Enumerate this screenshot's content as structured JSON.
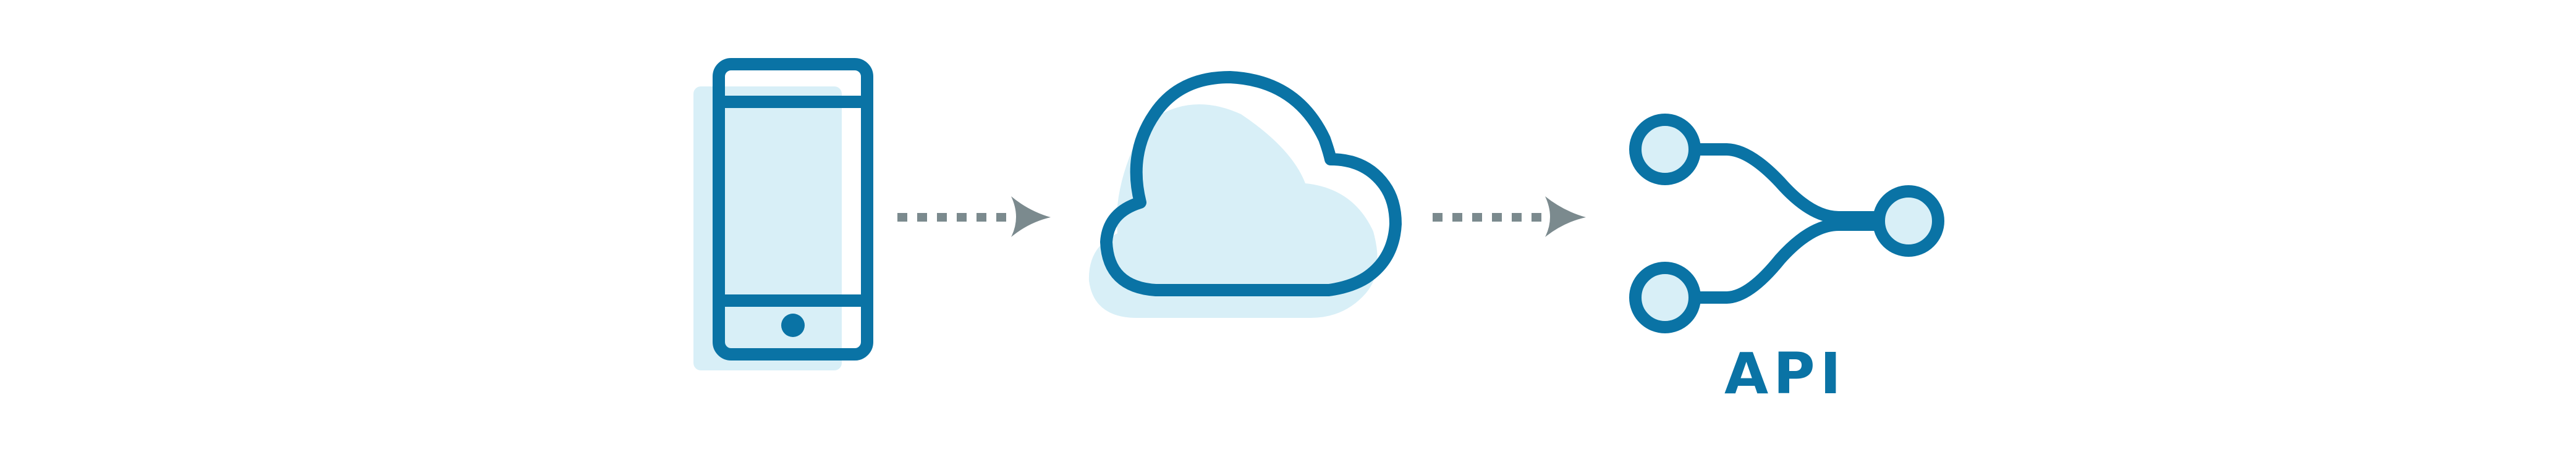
{
  "diagram": {
    "colors": {
      "stroke": "#0a73a5",
      "fill": "#d8eff7",
      "arrow": "#7b8a8e",
      "background": "#ffffff"
    },
    "nodes": [
      {
        "id": "device",
        "icon": "smartphone-icon"
      },
      {
        "id": "cloud",
        "icon": "cloud-icon"
      },
      {
        "id": "api",
        "icon": "merge-connector-icon",
        "label": "API"
      }
    ],
    "connectors": [
      {
        "from": "device",
        "to": "cloud",
        "style": "dotted-arrow"
      },
      {
        "from": "cloud",
        "to": "api",
        "style": "dotted-arrow"
      }
    ]
  }
}
